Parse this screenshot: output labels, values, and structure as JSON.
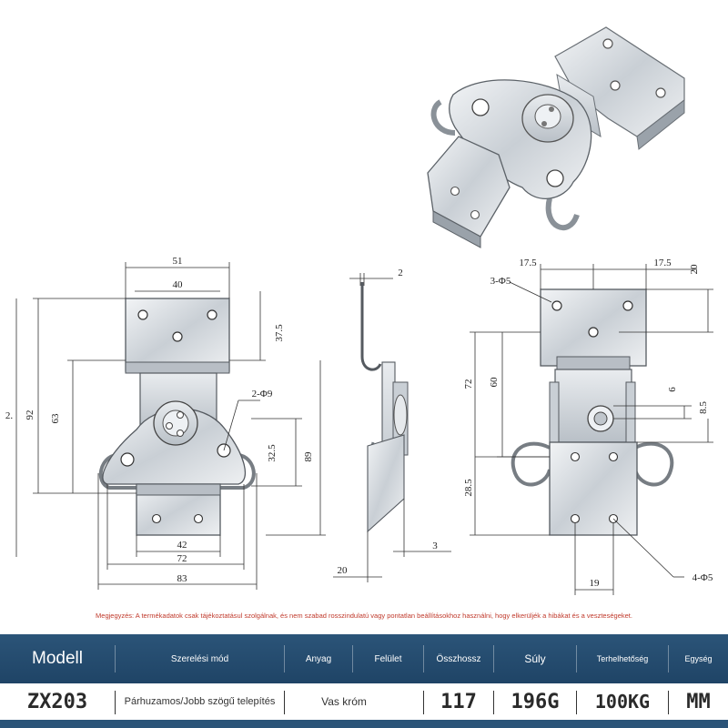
{
  "dims": {
    "front_51": "51",
    "front_40": "40",
    "front_37_5": "37.5",
    "front_2phi9": "2-Φ9",
    "front_92": "92",
    "front_63": "63",
    "front_32_5": "32.5",
    "front_89": "89",
    "front_42": "42",
    "front_72": "72",
    "front_83": "83",
    "front_left_mark": "2.",
    "side_2": "2",
    "side_3": "3",
    "side_20": "20",
    "back_17_5_left": "17.5",
    "back_17_5_right": "17.5",
    "back_20": "20",
    "back_3phi5": "3-Φ5",
    "back_72": "72",
    "back_60": "60",
    "back_6": "6",
    "back_8_5": "8.5",
    "back_28_5": "28.5",
    "back_19": "19",
    "back_4phi5": "4-Φ5"
  },
  "disclaimer": "Megjegyzés: A termékadatok csak tájékoztatásul szolgálnak, és nem szabad rosszindulatú vagy pontatlan beállításokhoz használni, hogy elkerüljék a hibákat és a veszteségeket.",
  "table": {
    "headers": {
      "model": "Modell",
      "install": "Szerelési mód",
      "material": "Anyag",
      "surface": "Felület",
      "length": "Összhossz",
      "weight": "Súly",
      "load": "Terhelhetőség",
      "unit": "Egység"
    },
    "row": {
      "model": "ZX203",
      "install": "Párhuzamos/Jobb szögű telepítés",
      "material": "Vas króm",
      "surface": "",
      "length": "117",
      "weight": "196G",
      "load": "100KG",
      "unit": "MM"
    }
  },
  "colors": {
    "header_bg": "#2b5478",
    "note_red": "#c0392b",
    "metal": "#d8dde2",
    "metal_edge": "#555a60"
  }
}
